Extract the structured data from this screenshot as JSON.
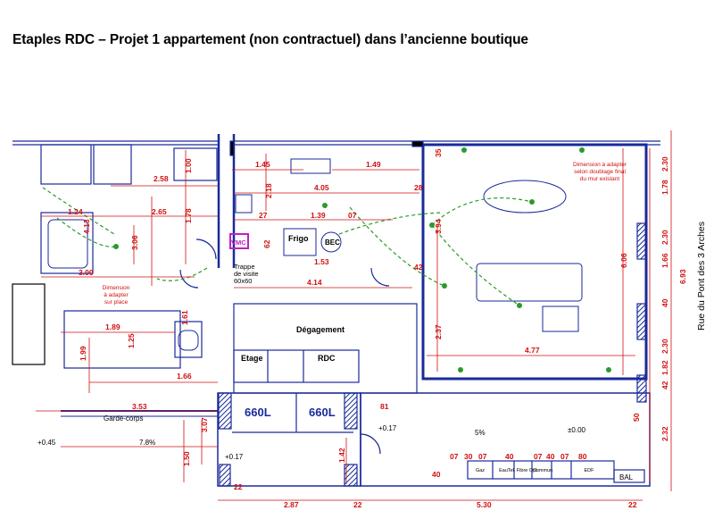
{
  "page": {
    "title": "Etaples RDC – Projet 1 appartement (non contractuel) dans l’ancienne boutique",
    "street_label": "Rue du Pont des 3 Arches"
  },
  "colors": {
    "wall": "#1a2a9a",
    "wall_fill": "#2b3ec8",
    "dimension": "#d01010",
    "electric": "#2a9a2a",
    "furniture": "#1a2a9a",
    "outline": "#000000"
  },
  "labels": {
    "degagement": "Dégagement",
    "etage": "Etage",
    "rdc": "RDC",
    "frigo": "Frigo",
    "bec": "BEC",
    "vmc": "VMC",
    "trappe": [
      "Trappe",
      "de visite",
      "60x60"
    ],
    "dimension_sur_place": [
      "Dimension",
      "à adapter",
      "sur place"
    ],
    "dimension_adapter": [
      "Dimension à adapter",
      "selon doublage final",
      "du mur existant"
    ],
    "garde_corps": "Garde-corps",
    "bal": "BAL",
    "tank_1": "660L",
    "tank_2": "660L",
    "slope_1": "7.8%",
    "slope_2": "5%",
    "level_1": "+0.45",
    "level_2": "+0.17",
    "level_3": "+0.17",
    "level_4": "±0.00",
    "meters": [
      "Gaz",
      "Eau",
      "Tel. Fibre Opt.",
      "Commun",
      "EDF"
    ]
  },
  "dims": {
    "d_1_45": "1.45",
    "d_1_49": "1.49",
    "d_2_58": "2.58",
    "d_4_05": "4.05",
    "d_28": "28",
    "d_1_24": "1.24",
    "d_2_65": "2.65",
    "d_27": "27",
    "d_1_39": "1.39",
    "d_07": "07",
    "d_3_00": "3.00",
    "d_1_53": "1.53",
    "d_42": "42",
    "d_4_14": "4.14",
    "d_1_89": "1.89",
    "d_1_66": "1.66",
    "d_3_53": "3.53",
    "d_81": "81",
    "d_4_77": "4.77",
    "d_2_37": "2.37",
    "d_3_94": "3.94",
    "d_6_06": "6.06",
    "d_1_00": "1.00",
    "d_1_78": "1.78",
    "d_3_06": "3.06",
    "d_4_13": "4.13",
    "d_1_99": "1.99",
    "d_1_25": "1.25",
    "d_1_61": "1.61",
    "d_1_42": "1.42",
    "d_1_50": "1.50",
    "d_3_07": "3.07",
    "d_2_18": "2.18",
    "d_35": "35",
    "d_62": "62",
    "d_bottom_22a": "22",
    "d_bottom_2_87": "2.87",
    "d_bottom_22b": "22",
    "d_bottom_5_30": "5.30",
    "d_bottom_22c": "22",
    "r_6_93": "6.93",
    "r_1_78": "1.78",
    "r_2_30a": "2.30",
    "r_1_66": "1.66",
    "r_2_30b": "2.30",
    "r_2_30c": "2.30",
    "r_1_82": "1.82",
    "r_2_32": "2.32",
    "r_40": "40",
    "r_42": "42",
    "r_50": "50",
    "s_07a": "07",
    "s_30": "30",
    "s_07b": "07",
    "s_40a": "40",
    "s_07c": "07",
    "s_40b": "40",
    "s_07d": "07",
    "s_80": "80",
    "s_40c": "40"
  }
}
